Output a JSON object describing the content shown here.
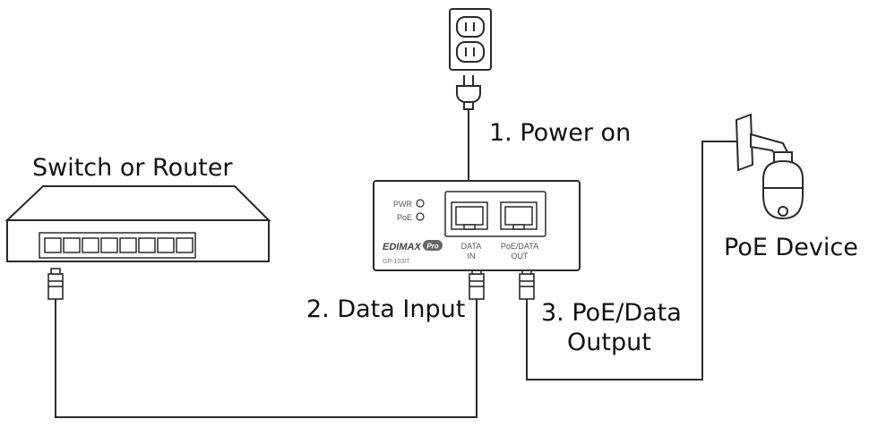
{
  "labels": {
    "power_on": "1.  Power on",
    "switch_router": "Switch or Router",
    "data_input": "2. Data Input",
    "poe_output_line1": "3. PoE/Data",
    "poe_output_line2": "Output",
    "poe_device": "PoE Device"
  },
  "injector": {
    "pwr": "PWR",
    "poe": "PoE",
    "brand": "EDIMAX",
    "brand_badge": "Pro",
    "model": "GP-103IT",
    "port_in_line1": "DATA",
    "port_in_line2": "IN",
    "port_out_line1": "PoE/DATA",
    "port_out_line2": "OUT"
  },
  "colors": {
    "stroke": "#2a2a2a",
    "device_fill": "#ffffff",
    "grey_text": "#555555"
  }
}
